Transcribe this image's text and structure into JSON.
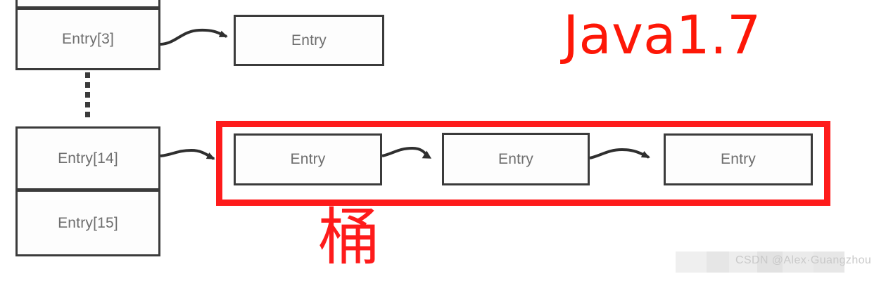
{
  "diagram": {
    "title_annotation": "Java1.7",
    "bucket_annotation": "桶",
    "accent_color": "#fe1b1b",
    "node_border_color": "#3b3b3b",
    "node_text_color": "#6e6e6e",
    "array": {
      "name": "hash-table-array",
      "cells": [
        {
          "label": "",
          "name": "array-cell-partial"
        },
        {
          "label": "Entry[3]",
          "name": "array-cell-3"
        },
        {
          "label": "Entry[14]",
          "name": "array-cell-14"
        },
        {
          "label": "Entry[15]",
          "name": "array-cell-15"
        }
      ],
      "continuation": "dotted-vertical-ellipsis"
    },
    "chains": [
      {
        "name": "chain-for-entry-3",
        "source": "Entry[3]",
        "nodes": [
          {
            "label": "Entry"
          }
        ]
      },
      {
        "name": "chain-for-entry-14",
        "source": "Entry[14]",
        "highlighted": true,
        "nodes": [
          {
            "label": "Entry"
          },
          {
            "label": "Entry"
          },
          {
            "label": "Entry"
          }
        ]
      }
    ]
  },
  "watermark": {
    "text": "CSDN @Alex·Guangzhou",
    "color": "#c9c9c9"
  }
}
